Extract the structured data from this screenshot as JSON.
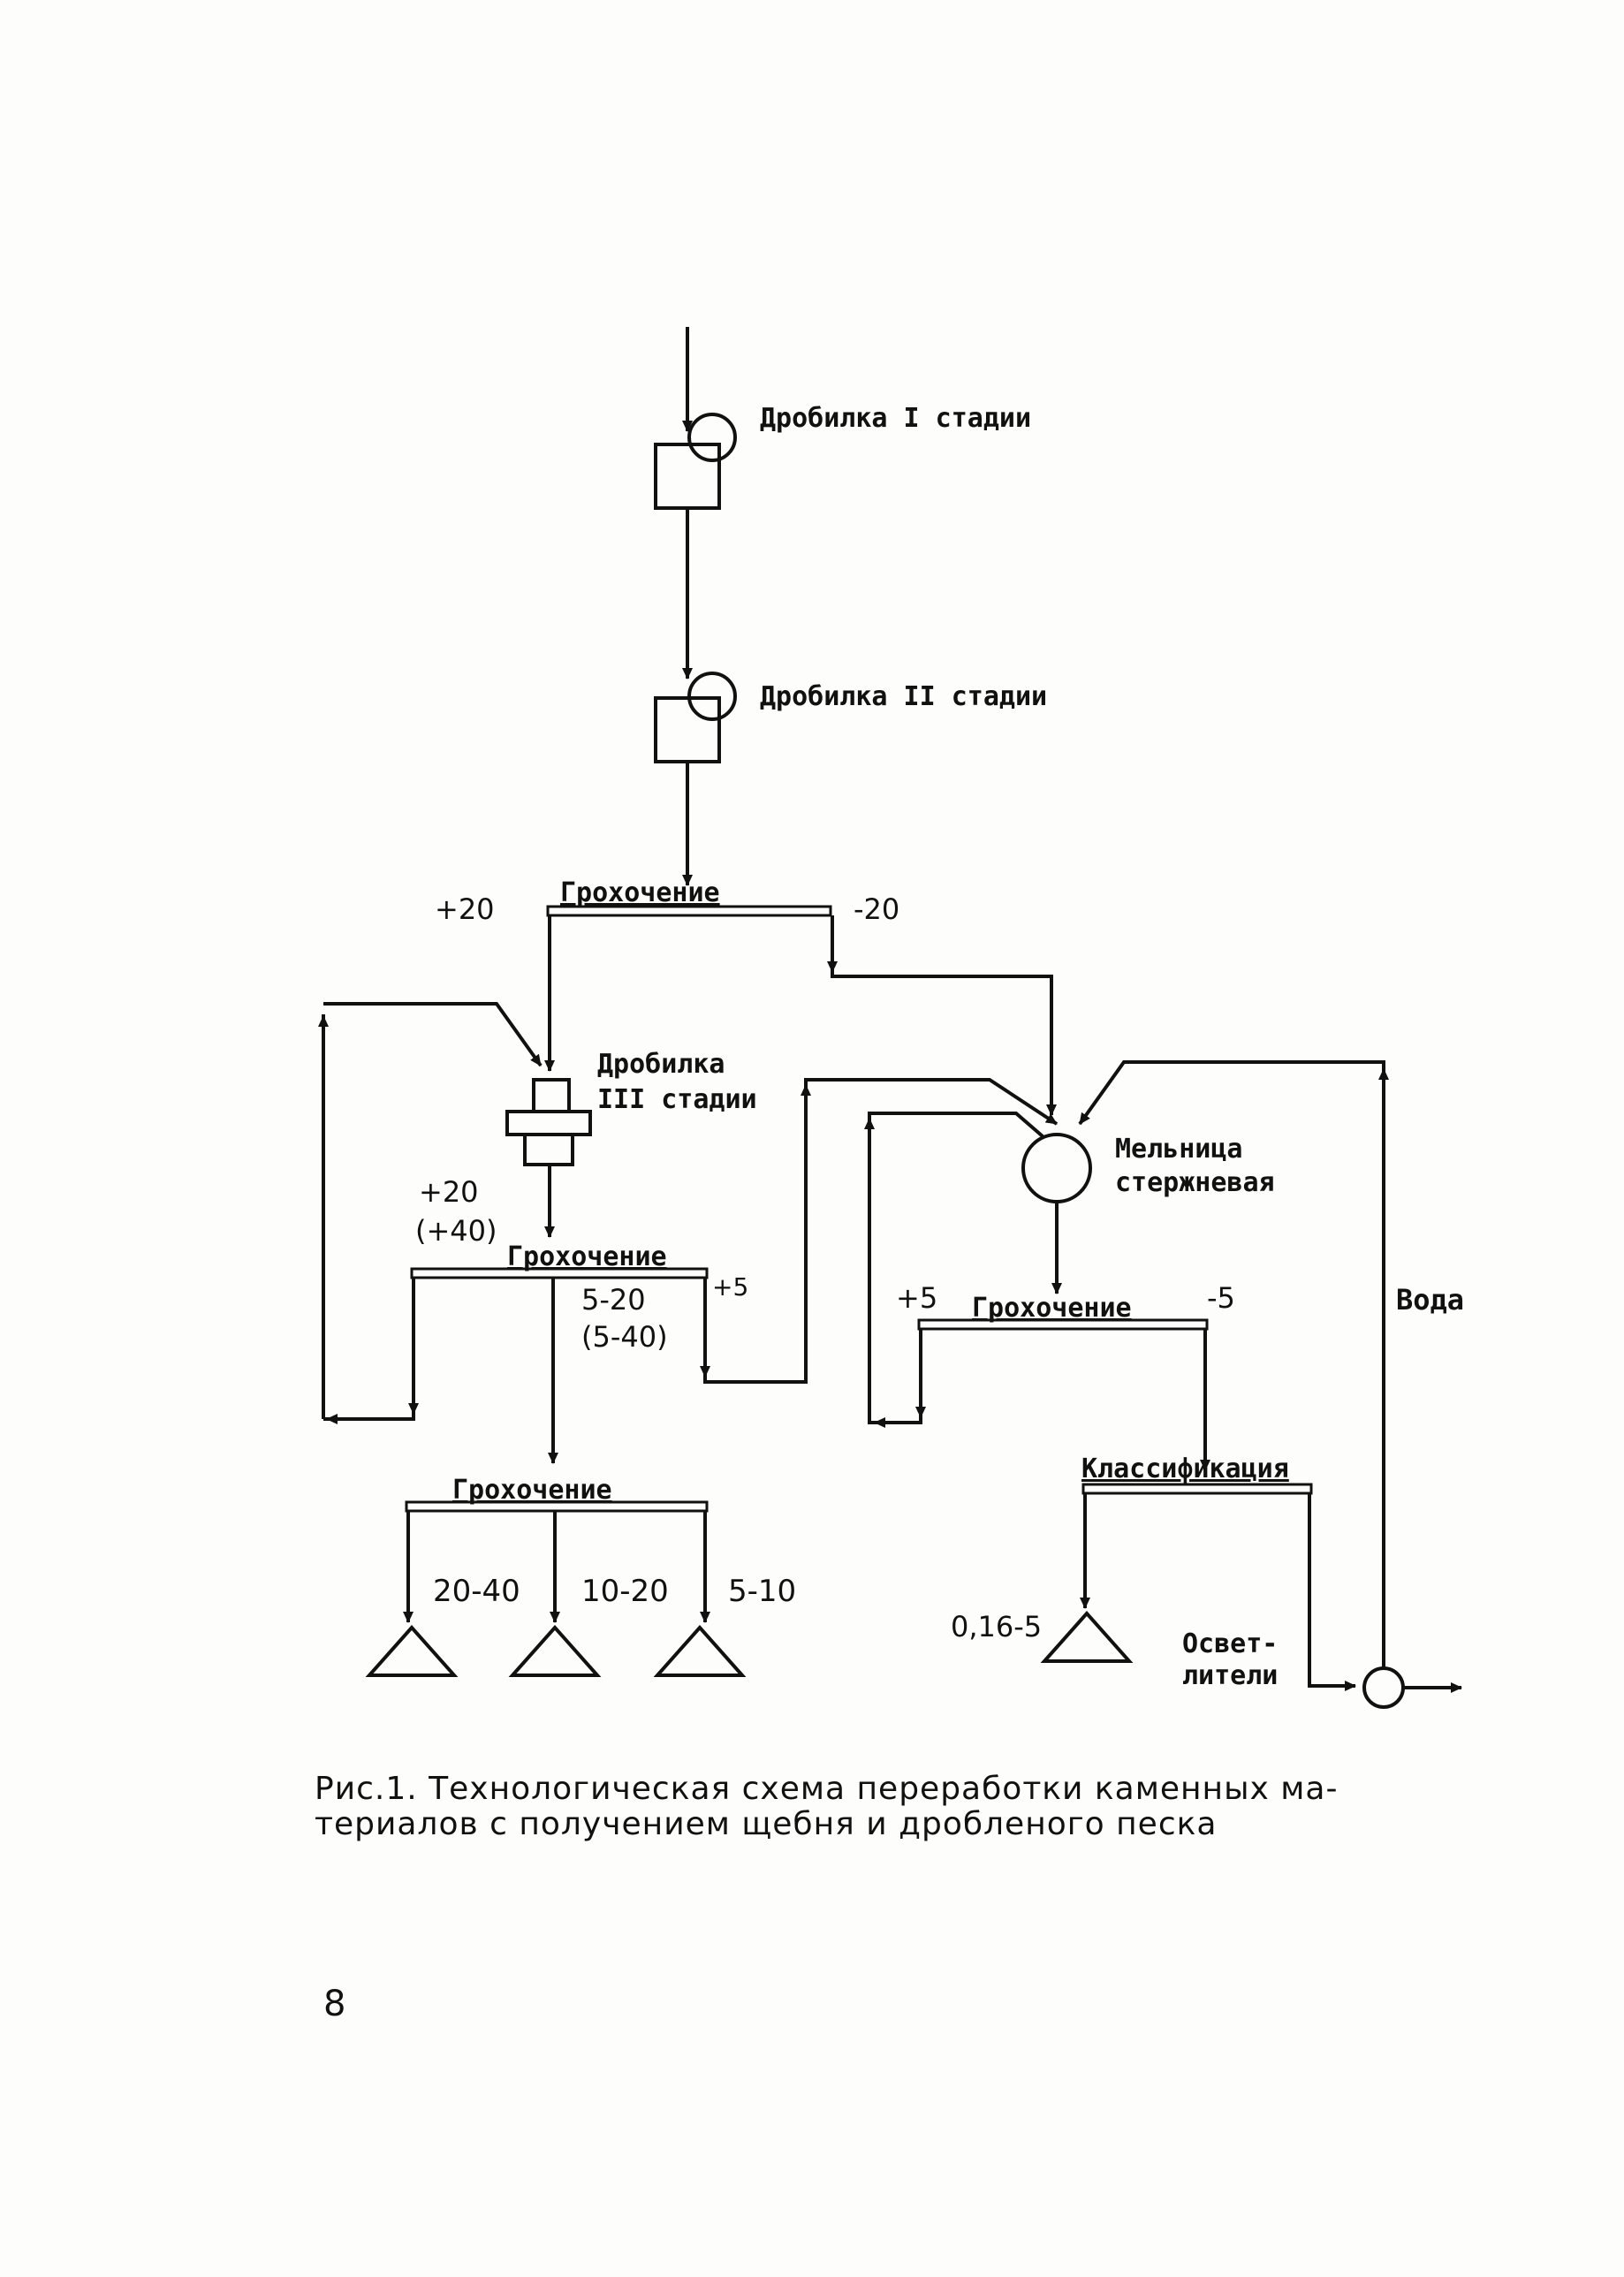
{
  "labels": {
    "crusher1": "Дробилка I стадии",
    "crusher2": "Дробилка II стадии",
    "screen1": "Грохочение",
    "plus20_a": "+20",
    "minus20": "-20",
    "crusher3_l1": "Дробилка",
    "crusher3_l2": "III стадии",
    "mill_l1": "Мельница",
    "mill_l2": "стержневая",
    "plus20_b": "+20",
    "plus40": "(+40)",
    "screen2": "Грохочение",
    "plus5_a": "+5",
    "range_5_20": "5-20",
    "range_5_40": "(5-40)",
    "plus5_b": "+5",
    "screen3": "Грохочение",
    "minus5": "-5",
    "water": "Вода",
    "screen4": "Грохочение",
    "classification": "Классификация",
    "fr_20_40": "20-40",
    "fr_10_20": "10-20",
    "fr_5_10": "5-10",
    "fr_016_5": "0,16-5",
    "clarifiers_l1": "Освет-",
    "clarifiers_l2": "лители"
  },
  "caption": {
    "line1": "Рис.1. Технологическая схема переработки каменных ма-",
    "line2": "териалов с получением щебня и дробленого песка"
  },
  "page_number": "8"
}
